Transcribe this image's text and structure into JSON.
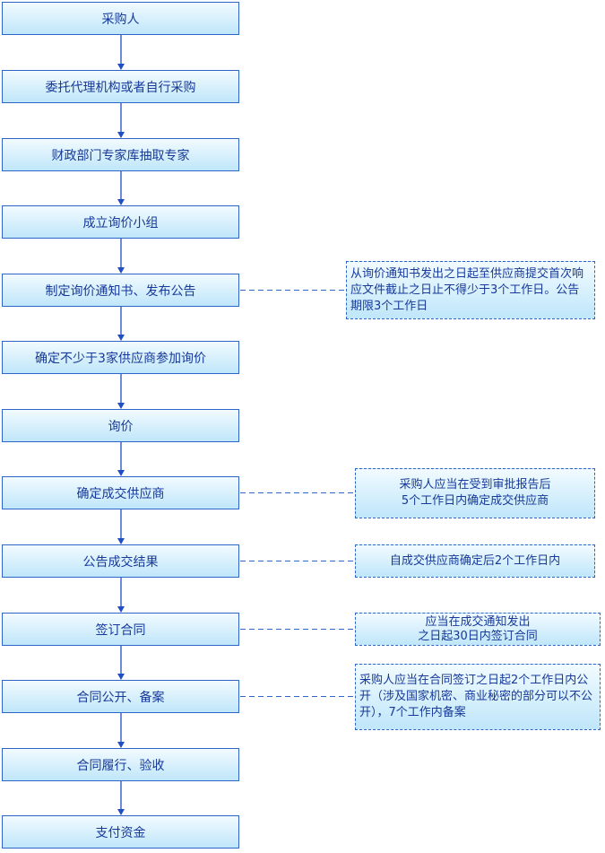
{
  "steps": [
    {
      "label": "采购人"
    },
    {
      "label": "委托代理机构或者自行采购"
    },
    {
      "label": "财政部门专家库抽取专家"
    },
    {
      "label": "成立询价小组"
    },
    {
      "label": "制定询价通知书、发布公告"
    },
    {
      "label": "确定不少于3家供应商参加询价"
    },
    {
      "label": "询价"
    },
    {
      "label": "确定成交供应商"
    },
    {
      "label": "公告成交结果"
    },
    {
      "label": "签订合同"
    },
    {
      "label": "合同公开、备案"
    },
    {
      "label": "合同履行、验收"
    },
    {
      "label": "支付资金"
    }
  ],
  "notes": [
    {
      "text": "从询价通知书发出之日起至供应商提交首次响应文件截止之日止不得少于3个工作日。公告期限3个工作日"
    },
    {
      "text": "采购人应当在受到审批报告后\n5个工作日内确定成交供应商"
    },
    {
      "text": "自成交供应商确定后2个工作日内"
    },
    {
      "text": "应当在成交通知发出\n之日起30日内签订合同"
    },
    {
      "text": "采购人应当在合同签订之日起2个工作日内公开（涉及国家机密、商业秘密的部分可以不公开），7个工作内备案"
    }
  ],
  "colors": {
    "border": "#2f64c8",
    "text": "#16399a",
    "fill_top": "#f2fbff",
    "fill_bottom": "#bfe6fa"
  }
}
